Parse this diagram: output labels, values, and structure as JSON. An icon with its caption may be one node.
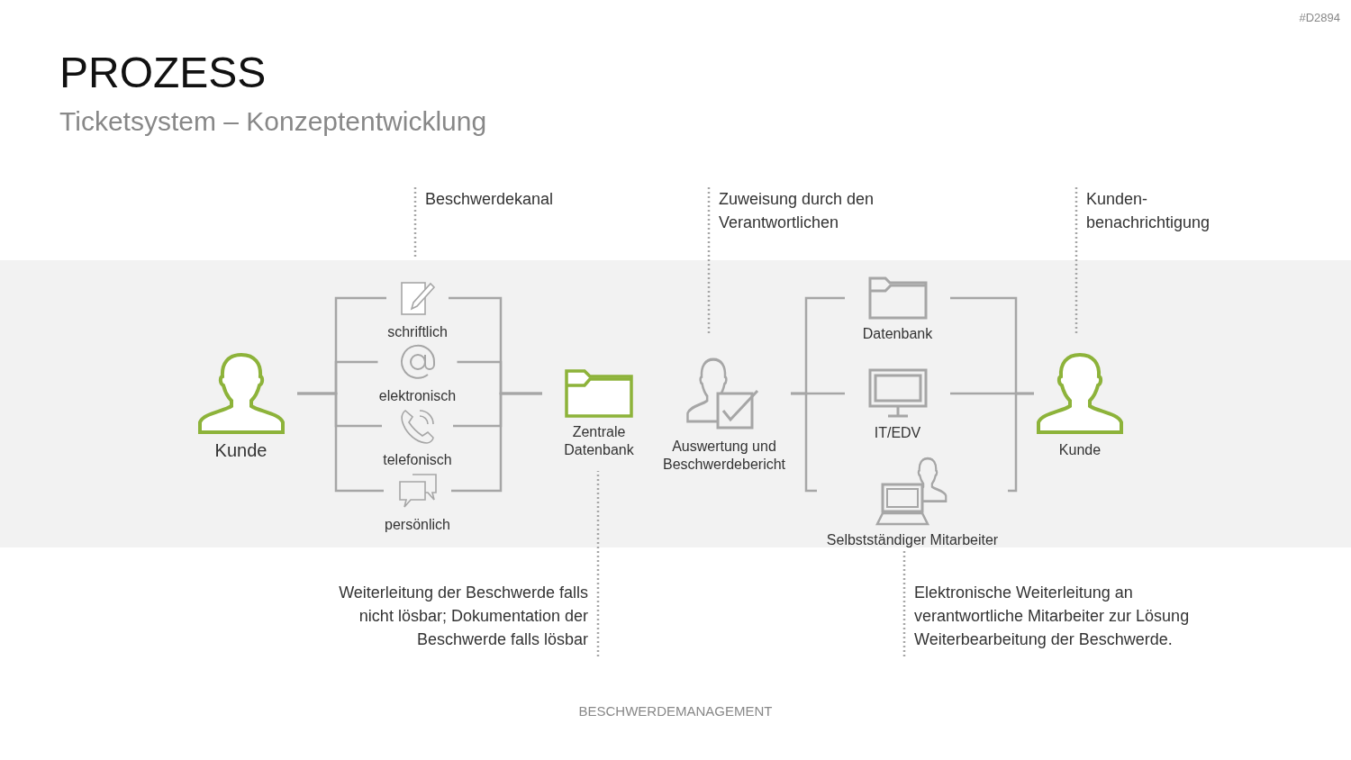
{
  "diagram": {
    "title": "PROZESS",
    "nodes": [
      {
        "text": [
          "Beschwerdekanal"
        ]
      },
      {
        "text": [
          "Zuweisung durch den Verantwortlichen"
        ]
      },
      {
        "text": [
          "Kunden- benachrichtigung"
        ]
      },
      {
        "text": [
          "Kunde"
        ]
      },
      {
        "text": [
          "schriftlich"
        ]
      },
      {
        "text": [
          "elektronisch"
        ]
      },
      {
        "text": [
          "telefonisch"
        ]
      },
      {
        "text": [
          "persönlich"
        ]
      },
      {
        "text": [
          "Zentrale Datenbank"
        ]
      },
      {
        "text": [
          "Auswertung und Beschwerdebericht"
        ]
      },
      {
        "text": [
          "Datenbank"
        ]
      },
      {
        "text": [
          "IT/EDV"
        ]
      },
      {
        "text": [
          "Selbstständiger Mitarbeiter"
        ]
      },
      {
        "text": [
          "Kunde"
        ]
      },
      {
        "text": [
          "Weiterleitung der Beschwerde falls nicht lösbar; Dokumentation der Beschwerde falls lösbar"
        ]
      },
      {
        "text": [
          "Elektronische Weiterleitung an verantwortliche Mitarbeiter zur Lösung Weiterbearbeitung der Beschwerde."
        ]
      }
    ],
    "edges": [
      {
        "from": 3,
        "to": 4,
        "arrow": "none"
      },
      {
        "from": 3,
        "to": 5,
        "arrow": "none"
      },
      {
        "from": 3,
        "to": 6,
        "arrow": "none"
      },
      {
        "from": 3,
        "to": 7,
        "arrow": "none"
      },
      {
        "from": 4,
        "to": 8,
        "arrow": "none"
      },
      {
        "from": 5,
        "to": 8,
        "arrow": "none"
      },
      {
        "from": 6,
        "to": 8,
        "arrow": "none"
      },
      {
        "from": 7,
        "to": 8,
        "arrow": "none"
      },
      {
        "from": 9,
        "to": 10,
        "arrow": "none"
      },
      {
        "from": 9,
        "to": 11,
        "arrow": "none"
      },
      {
        "from": 9,
        "to": 12,
        "arrow": "none"
      },
      {
        "from": 10,
        "to": 13,
        "arrow": "none"
      },
      {
        "from": 11,
        "to": 13,
        "arrow": "none"
      },
      {
        "from": 12,
        "to": 13,
        "arrow": "none"
      },
      {
        "from": 0,
        "to": null,
        "arrow": "none",
        "style": "dashed"
      },
      {
        "from": 1,
        "to": 9,
        "arrow": "none",
        "style": "dashed"
      },
      {
        "from": 2,
        "to": 13,
        "arrow": "none",
        "style": "dashed"
      },
      {
        "from": 14,
        "to": 8,
        "arrow": "none",
        "style": "dashed"
      },
      {
        "from": 15,
        "to": 12,
        "arrow": "none",
        "style": "dashed"
      }
    ],
    "labels": [
      "#D2894",
      "Ticketsystem – Konzeptentwicklung",
      "BESCHWERDEMANAGEMENT"
    ]
  }
}
